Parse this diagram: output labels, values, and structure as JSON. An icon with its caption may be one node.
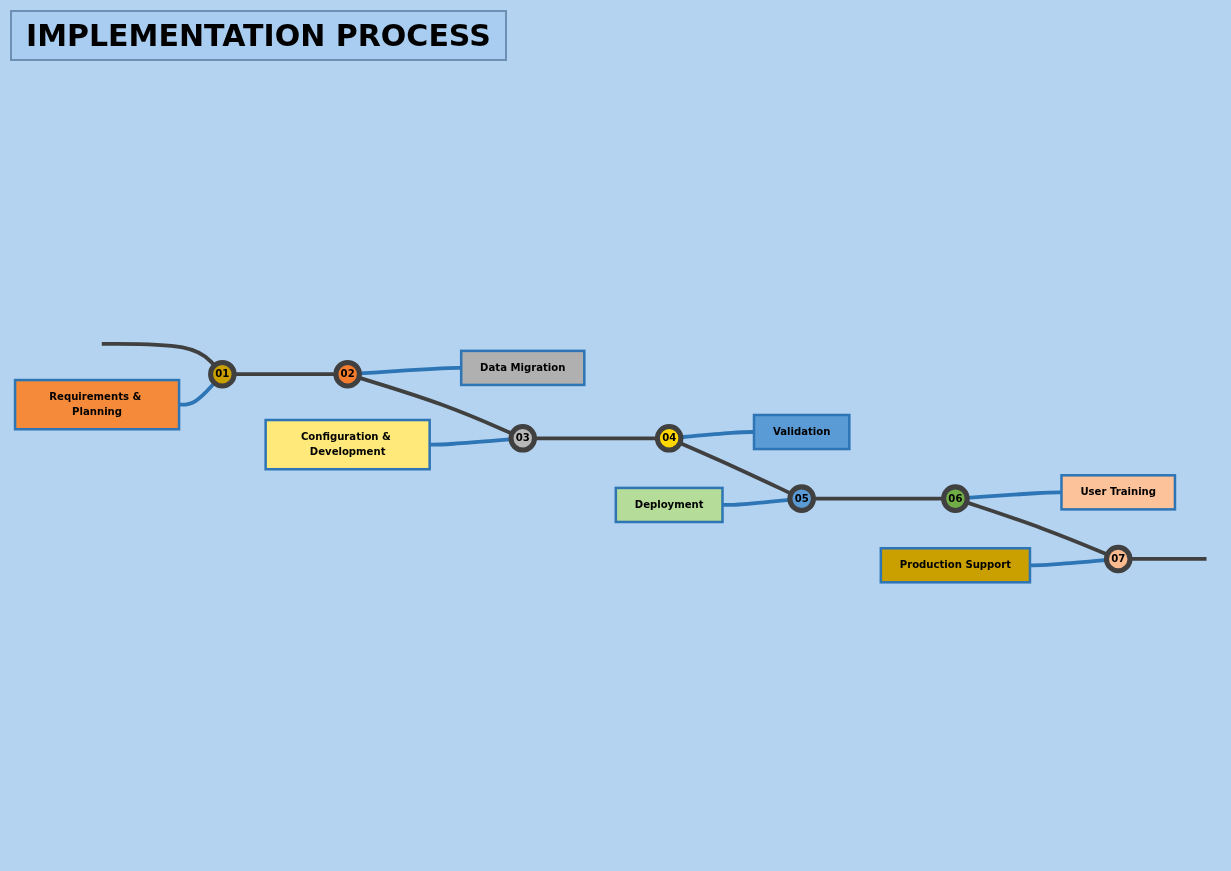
{
  "diagram": {
    "title": "IMPLEMENTATION PROCESS",
    "nodes": [
      {
        "text": [
          "Requirements & Planning"
        ]
      },
      {
        "text": [
          "01"
        ]
      },
      {
        "text": [
          "02"
        ]
      },
      {
        "text": [
          "Data Migration"
        ]
      },
      {
        "text": [
          "Configuration & Development"
        ]
      },
      {
        "text": [
          "03"
        ]
      },
      {
        "text": [
          "04"
        ]
      },
      {
        "text": [
          "Validation"
        ]
      },
      {
        "text": [
          "Deployment"
        ]
      },
      {
        "text": [
          "05"
        ]
      },
      {
        "text": [
          "06"
        ]
      },
      {
        "text": [
          "User Training"
        ]
      },
      {
        "text": [
          "Production Support"
        ]
      },
      {
        "text": [
          "07"
        ]
      }
    ],
    "edges": [
      {
        "from": null,
        "to": 1,
        "arrow": "none"
      },
      {
        "from": 1,
        "to": 2,
        "arrow": "none"
      },
      {
        "from": 2,
        "to": 5,
        "arrow": "none"
      },
      {
        "from": 5,
        "to": 6,
        "arrow": "none"
      },
      {
        "from": 6,
        "to": 9,
        "arrow": "none"
      },
      {
        "from": 9,
        "to": 10,
        "arrow": "none"
      },
      {
        "from": 10,
        "to": 13,
        "arrow": "none"
      },
      {
        "from": 13,
        "to": null,
        "arrow": "none"
      },
      {
        "from": 0,
        "to": 1,
        "arrow": "none",
        "color": "#2e75b6"
      },
      {
        "from": 2,
        "to": 3,
        "arrow": "none",
        "color": "#2e75b6"
      },
      {
        "from": 4,
        "to": 5,
        "arrow": "none",
        "color": "#2e75b6"
      },
      {
        "from": 6,
        "to": 7,
        "arrow": "none",
        "color": "#2e75b6"
      },
      {
        "from": 8,
        "to": 9,
        "arrow": "none",
        "color": "#2e75b6"
      },
      {
        "from": 10,
        "to": 11,
        "arrow": "none",
        "color": "#2e75b6"
      },
      {
        "from": 12,
        "to": 13,
        "arrow": "none",
        "color": "#2e75b6"
      }
    ]
  }
}
